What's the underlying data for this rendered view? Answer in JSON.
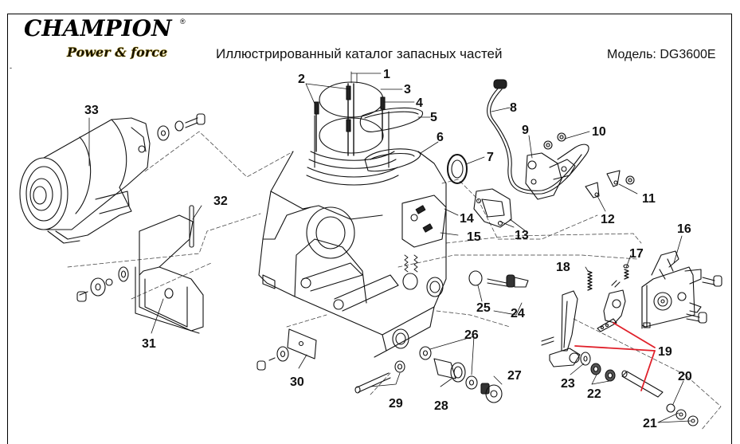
{
  "header": {
    "brand": "CHAMPION",
    "brand_mark": "®",
    "tagline": "Power & force",
    "catalog_title": "Иллюстрированный каталог запасных частей",
    "model_label": "Модель: DG3600E",
    "margin_mark": "-"
  },
  "colors": {
    "brand_gold": "#c9a800",
    "highlight_red": "#e0202a",
    "line": "#111111"
  },
  "diagram": {
    "callouts": [
      {
        "id": "1",
        "label": "1"
      },
      {
        "id": "2",
        "label": "2"
      },
      {
        "id": "3",
        "label": "3"
      },
      {
        "id": "4",
        "label": "4"
      },
      {
        "id": "5",
        "label": "5"
      },
      {
        "id": "6",
        "label": "6"
      },
      {
        "id": "7",
        "label": "7"
      },
      {
        "id": "8",
        "label": "8"
      },
      {
        "id": "9",
        "label": "9"
      },
      {
        "id": "10",
        "label": "10"
      },
      {
        "id": "11",
        "label": "11"
      },
      {
        "id": "12",
        "label": "12"
      },
      {
        "id": "13",
        "label": "13"
      },
      {
        "id": "14",
        "label": "14"
      },
      {
        "id": "15",
        "label": "15"
      },
      {
        "id": "16",
        "label": "16"
      },
      {
        "id": "17",
        "label": "17"
      },
      {
        "id": "18",
        "label": "18"
      },
      {
        "id": "19",
        "label": "19"
      },
      {
        "id": "20",
        "label": "20"
      },
      {
        "id": "21",
        "label": "21"
      },
      {
        "id": "22",
        "label": "22"
      },
      {
        "id": "23",
        "label": "23"
      },
      {
        "id": "24",
        "label": "24"
      },
      {
        "id": "25",
        "label": "25"
      },
      {
        "id": "26",
        "label": "26"
      },
      {
        "id": "27",
        "label": "27"
      },
      {
        "id": "28",
        "label": "28"
      },
      {
        "id": "29",
        "label": "29"
      },
      {
        "id": "30",
        "label": "30"
      },
      {
        "id": "31",
        "label": "31"
      },
      {
        "id": "32",
        "label": "32"
      },
      {
        "id": "33",
        "label": "33"
      }
    ]
  }
}
